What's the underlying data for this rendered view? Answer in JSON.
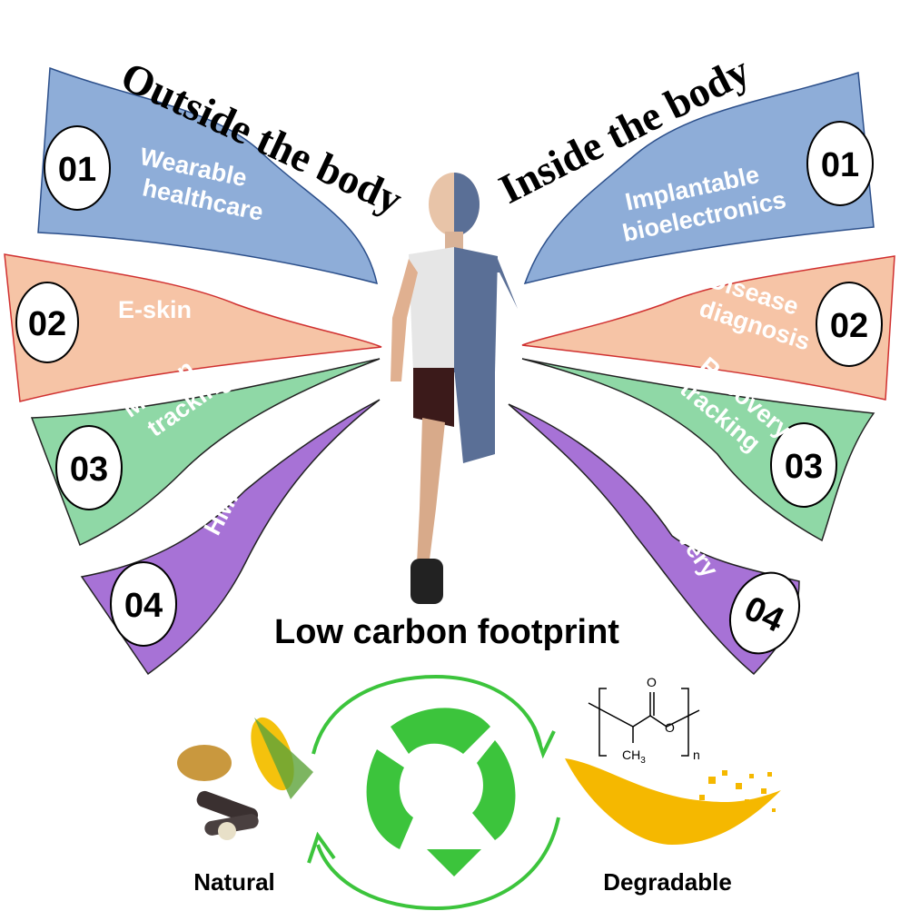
{
  "headings": {
    "outside": "Outside the body",
    "inside": "Inside the body",
    "footprint": "Low carbon footprint"
  },
  "outside": [
    {
      "num": "01",
      "label_lines": [
        "Wearable",
        "healthcare"
      ],
      "color": "#8eadd8"
    },
    {
      "num": "02",
      "label_lines": [
        "E-skin"
      ],
      "color": "#f6c4a6"
    },
    {
      "num": "03",
      "label_lines": [
        "Motion",
        "tracking"
      ],
      "color": "#8fd8a6"
    },
    {
      "num": "04",
      "label_lines": [
        "HMI"
      ],
      "color": "#a772d6"
    }
  ],
  "inside": [
    {
      "num": "01",
      "label_lines": [
        "Implantable",
        "bioelectronics"
      ],
      "color": "#8eadd8"
    },
    {
      "num": "02",
      "label_lines": [
        "Disease",
        "diagnosis"
      ],
      "color": "#f6c4a6"
    },
    {
      "num": "03",
      "label_lines": [
        "Recovery",
        "tracking"
      ],
      "color": "#8fd8a6"
    },
    {
      "num": "04",
      "label_lines": [
        "Drug delivery"
      ],
      "color": "#a772d6"
    }
  ],
  "bottom": {
    "natural": "Natural",
    "degradable": "Degradable",
    "chem": {
      "o": "O",
      "o2": "O",
      "ch3": "CH",
      "sub3": "3",
      "n": "n"
    }
  },
  "colors": {
    "recycle_green": "#3cc43c",
    "powder": "#f5b800"
  }
}
